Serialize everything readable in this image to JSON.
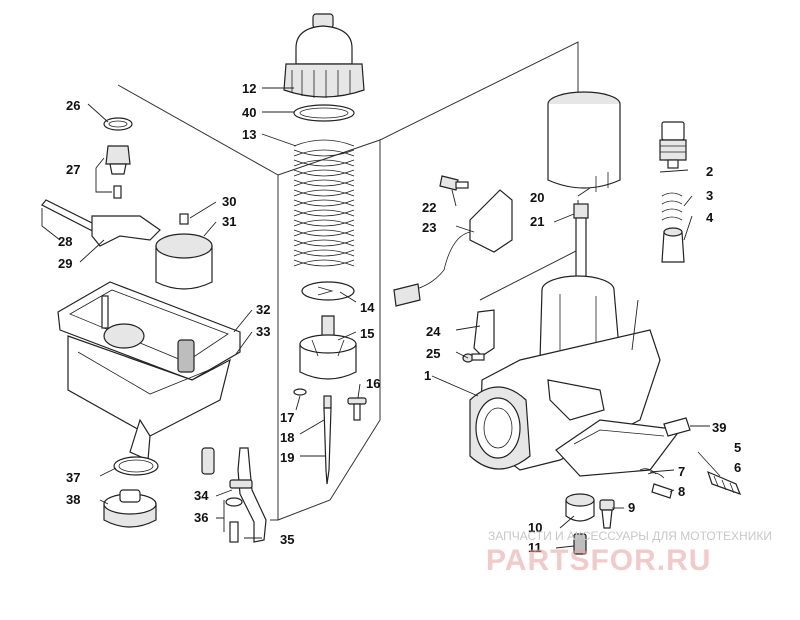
{
  "callouts": [
    {
      "id": "c1",
      "text": "1"
    },
    {
      "id": "c2",
      "text": "2"
    },
    {
      "id": "c3",
      "text": "3"
    },
    {
      "id": "c4",
      "text": "4"
    },
    {
      "id": "c5",
      "text": "5"
    },
    {
      "id": "c6",
      "text": "6"
    },
    {
      "id": "c7",
      "text": "7"
    },
    {
      "id": "c8",
      "text": "8"
    },
    {
      "id": "c9",
      "text": "9"
    },
    {
      "id": "c10",
      "text": "10"
    },
    {
      "id": "c11",
      "text": "11"
    },
    {
      "id": "c12",
      "text": "12"
    },
    {
      "id": "c13",
      "text": "13"
    },
    {
      "id": "c14",
      "text": "14"
    },
    {
      "id": "c15",
      "text": "15"
    },
    {
      "id": "c16",
      "text": "16"
    },
    {
      "id": "c17",
      "text": "17"
    },
    {
      "id": "c18",
      "text": "18"
    },
    {
      "id": "c19",
      "text": "19"
    },
    {
      "id": "c20",
      "text": "20"
    },
    {
      "id": "c21",
      "text": "21"
    },
    {
      "id": "c22",
      "text": "22"
    },
    {
      "id": "c23",
      "text": "23"
    },
    {
      "id": "c24",
      "text": "24"
    },
    {
      "id": "c25",
      "text": "25"
    },
    {
      "id": "c26",
      "text": "26"
    },
    {
      "id": "c27",
      "text": "27"
    },
    {
      "id": "c28",
      "text": "28"
    },
    {
      "id": "c29",
      "text": "29"
    },
    {
      "id": "c30",
      "text": "30"
    },
    {
      "id": "c31",
      "text": "31"
    },
    {
      "id": "c32",
      "text": "32"
    },
    {
      "id": "c33",
      "text": "33"
    },
    {
      "id": "c34",
      "text": "34"
    },
    {
      "id": "c35",
      "text": "35"
    },
    {
      "id": "c36",
      "text": "36"
    },
    {
      "id": "c37",
      "text": "37"
    },
    {
      "id": "c38",
      "text": "38"
    },
    {
      "id": "c39",
      "text": "39"
    },
    {
      "id": "c40",
      "text": "40"
    }
  ],
  "watermark": {
    "tagline": "ЗАПЧАСТИ И АКСЕССУАРЫ ДЛЯ МОТОТЕХНИКИ",
    "logo": "PARTSFOR.RU",
    "logo_color": "#e8a0a0"
  },
  "colors": {
    "line": "#222222",
    "background": "#ffffff"
  }
}
